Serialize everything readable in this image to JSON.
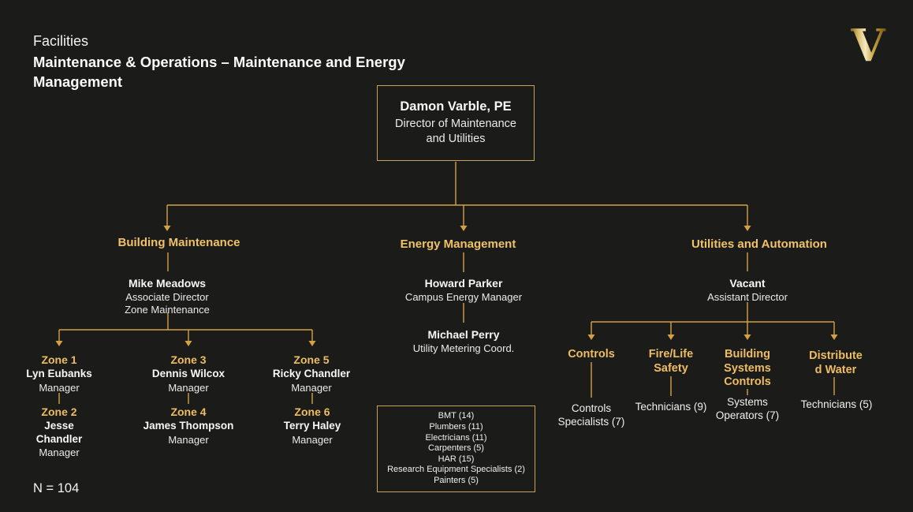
{
  "header": {
    "eyebrow": "Facilities",
    "title": "Maintenance & Operations – Maintenance and Energy Management"
  },
  "footer": {
    "count": "N = 104"
  },
  "logo": {
    "letter": "V",
    "name": "vanderbilt-v-logo"
  },
  "colors": {
    "background": "#1b1b1a",
    "gold_heading": "#f0c269",
    "connector_line": "#d5a243",
    "box_border": "#c9a254",
    "text": "#f2f2f2"
  },
  "org": {
    "root": {
      "name": "Damon Varble, PE",
      "title": "Director of Maintenance\nand Utilities"
    },
    "branches": [
      {
        "label": "Building Maintenance",
        "lead_name": "Mike Meadows",
        "lead_title": "Associate Director\nZone Maintenance",
        "zones": [
          {
            "zone": "Zone 1",
            "name": "Lyn Eubanks",
            "role": "Manager"
          },
          {
            "zone": "Zone 2",
            "name": "Jesse\nChandler",
            "role": "Manager"
          },
          {
            "zone": "Zone 3",
            "name": "Dennis Wilcox",
            "role": "Manager"
          },
          {
            "zone": "Zone 4",
            "name": "James Thompson",
            "role": "Manager"
          },
          {
            "zone": "Zone 5",
            "name": "Ricky Chandler",
            "role": "Manager"
          },
          {
            "zone": "Zone 6",
            "name": "Terry Haley",
            "role": "Manager"
          }
        ]
      },
      {
        "label": "Energy Management",
        "staff": [
          {
            "name": "Howard Parker",
            "title": "Campus Energy Manager"
          },
          {
            "name": "Michael Perry",
            "title": "Utility Metering Coord."
          }
        ],
        "trades": [
          "BMT (14)",
          "Plumbers (11)",
          "Electricians (11)",
          "Carpenters (5)",
          "HAR (15)",
          "Research Equipment Specialists (2)",
          "Painters (5)"
        ]
      },
      {
        "label": "Utilities and Automation",
        "lead_name": "Vacant",
        "lead_title": "Assistant Director",
        "teams": [
          {
            "label": "Controls",
            "staff": "Controls\nSpecialists (7)"
          },
          {
            "label": "Fire/Life\nSafety",
            "staff": "Technicians (9)"
          },
          {
            "label": "Building\nSystems\nControls",
            "staff": "Systems\nOperators (7)"
          },
          {
            "label": "Distribute\nd Water",
            "staff": "Technicians (5)"
          }
        ]
      }
    ]
  }
}
